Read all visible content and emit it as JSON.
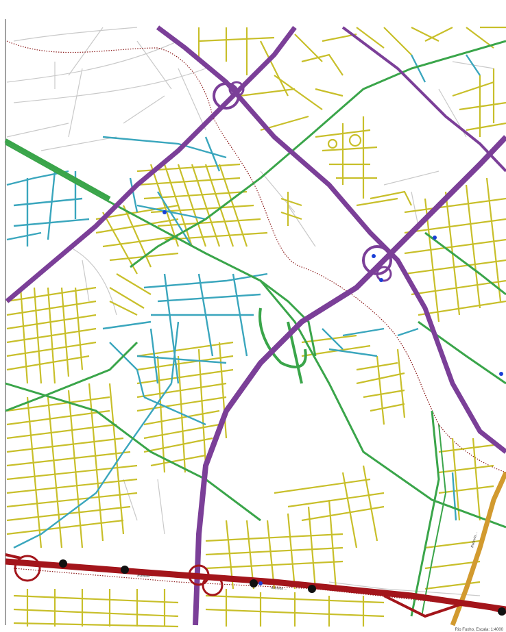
{
  "map": {
    "colors": {
      "background": "#ffffff",
      "base_road": "#c9c9c9",
      "local_street": "#c8bf2a",
      "collector": "#3aa6bd",
      "arterial": "#3aa54a",
      "expressway": "#7b3f98",
      "rail_corridor": "#a3151b",
      "highway_orange": "#d29a2f",
      "rail_dotted": "#8b1a1a",
      "station": "#111111",
      "stop": "#1a3fd6"
    },
    "road_labels": [
      "Avenida ...",
      "Avenida ...",
      "Rodovia ..."
    ],
    "footer": "Rio Fuxho, Escala: 1:4000"
  }
}
